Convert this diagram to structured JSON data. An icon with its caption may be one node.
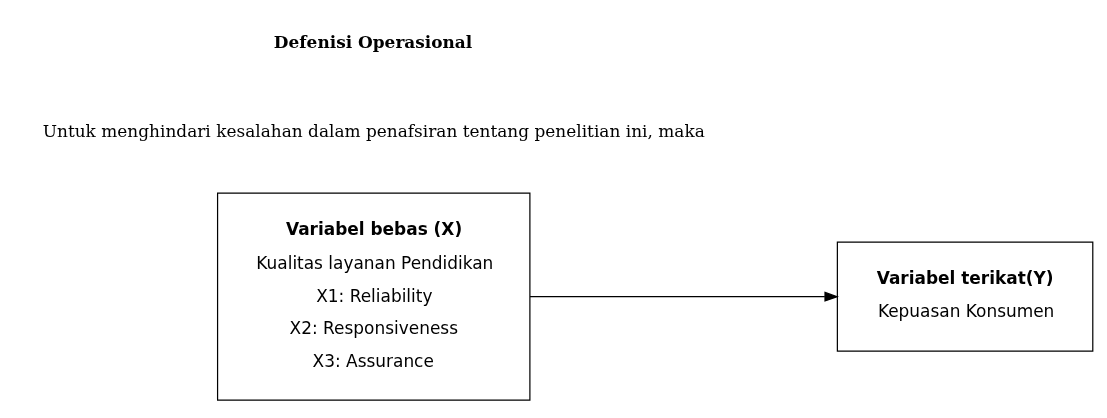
{
  "diagram": {
    "nodes": [
      {
        "text": [
          "Variabel bebas (X)",
          "Kualitas layanan Pendidikan",
          "X1: Reliability",
          "X2: Responsiveness",
          "X3: Assurance"
        ]
      },
      {
        "text": [
          "Variabel terikat(Y)",
          "Kepuasan Konsumen"
        ]
      }
    ],
    "edges": [
      {
        "from": 0,
        "to": 1,
        "arrow": "to"
      }
    ],
    "labels": [
      "Defenisi Operasional",
      "Untuk menghindari kesalahan dalam penafsiran tentang penelitian ini, maka"
    ]
  }
}
